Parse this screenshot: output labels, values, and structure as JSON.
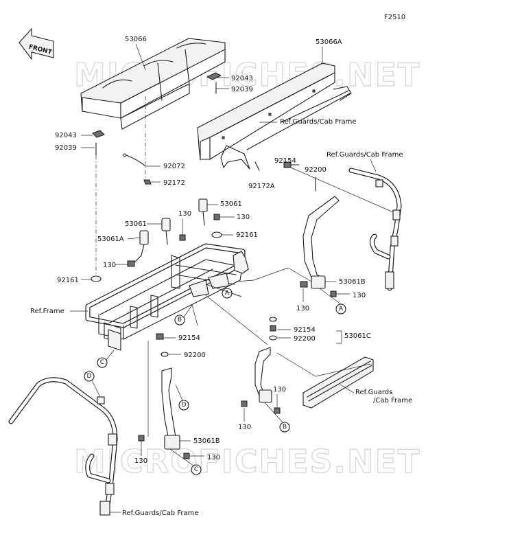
{
  "figure_code": "F2510",
  "front_label": "FRONT",
  "watermark": "MICROFICHES.NET",
  "labels": {
    "p53066": "53066",
    "p53066A": "53066A",
    "p92043_top": "92043",
    "p92039_top": "92039",
    "p92043_left": "92043",
    "p92039_left": "92039",
    "p92072": "92072",
    "p92172": "92172",
    "p92172A": "92172A",
    "p92154_top": "92154",
    "p92200_top": "92200",
    "ref_guards_top": "Ref.Guards/Cab Frame",
    "ref_guards_upper_right": "Ref.Guards/Cab Frame",
    "p53061_a": "53061",
    "p53061_b": "53061",
    "p130_a": "130",
    "p130_b": "130",
    "p53061A": "53061A",
    "p130_c": "130",
    "p92161_a": "92161",
    "p92161_b": "92161",
    "ref_frame": "Ref.Frame",
    "p53061B_right": "53061B",
    "p130_d": "130",
    "p130_e": "130",
    "p92154_mid": "92154",
    "p92200_mid": "92200",
    "p53061C": "53061C",
    "p92154_left": "92154",
    "p92200_left": "92200",
    "ref_guards_right_1": "Ref.Guards",
    "ref_guards_right_2": "/Cab Frame",
    "p130_f": "130",
    "p130_g": "130",
    "p53061B_left": "53061B",
    "p130_h": "130",
    "p130_i": "130",
    "ref_guards_bottom": "Ref.Guards/Cab Frame"
  },
  "callouts": {
    "a_upper": "A",
    "a_lower": "A",
    "b_upper": "B",
    "b_lower": "B",
    "c_left": "C",
    "c_lower": "C",
    "d_left": "D",
    "d_belt": "D"
  }
}
